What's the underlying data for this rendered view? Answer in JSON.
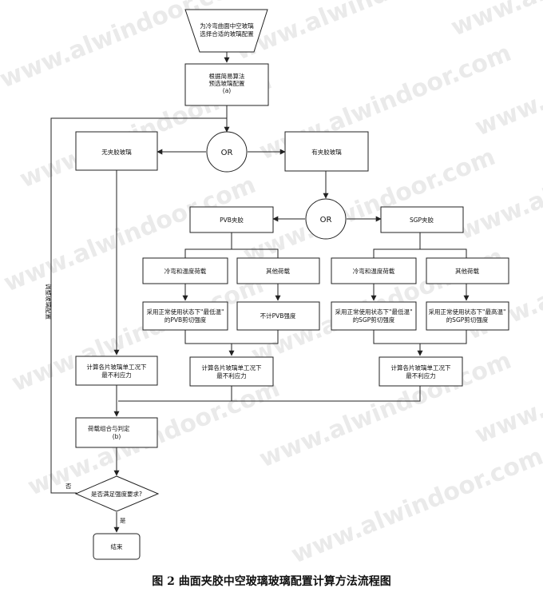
{
  "watermark": "www.alwindoor.com",
  "caption": "图 2 曲面夹胶中空玻璃玻璃配置计算方法流程图",
  "nodes": {
    "start": [
      "为冷弯曲面中空玻璃",
      "选择合适的玻璃配置"
    ],
    "preselect": [
      "根据简易算法",
      "预选玻璃配置",
      "(a)"
    ],
    "or1": "OR",
    "no_interlayer": "无夹胶玻璃",
    "with_interlayer": "有夹胶玻璃",
    "or2": "OR",
    "pvb": "PVB夹胶",
    "sgp": "SGP夹胶",
    "pvb_cold_temp": "冷弯和温度荷载",
    "pvb_other": "其他荷载",
    "sgp_cold_temp": "冷弯和温度荷载",
    "sgp_other": "其他荷载",
    "pvb_min_temp": [
      "采用正常使用状态下\"最低温\"",
      "的PVB剪切强度"
    ],
    "pvb_ignore": "不计PVB强度",
    "sgp_min_temp": [
      "采用正常使用状态下\"最低温\"",
      "的SGP剪切强度"
    ],
    "sgp_max_temp": [
      "采用正常使用状态下\"最高温\"",
      "的SGP剪切强度"
    ],
    "calc_no": [
      "计算各片玻璃单工况下",
      "最不利应力"
    ],
    "calc_pvb": [
      "计算各片玻璃单工况下",
      "最不利应力"
    ],
    "calc_sgp": [
      "计算各片玻璃单工况下",
      "最不利应力"
    ],
    "combine": [
      "荷载组合与判定",
      "(b)"
    ],
    "decision": "是否满足强度要求?",
    "end": "结束"
  },
  "edge_labels": {
    "loop": "调整玻璃配置",
    "no": "否",
    "yes": "是"
  }
}
